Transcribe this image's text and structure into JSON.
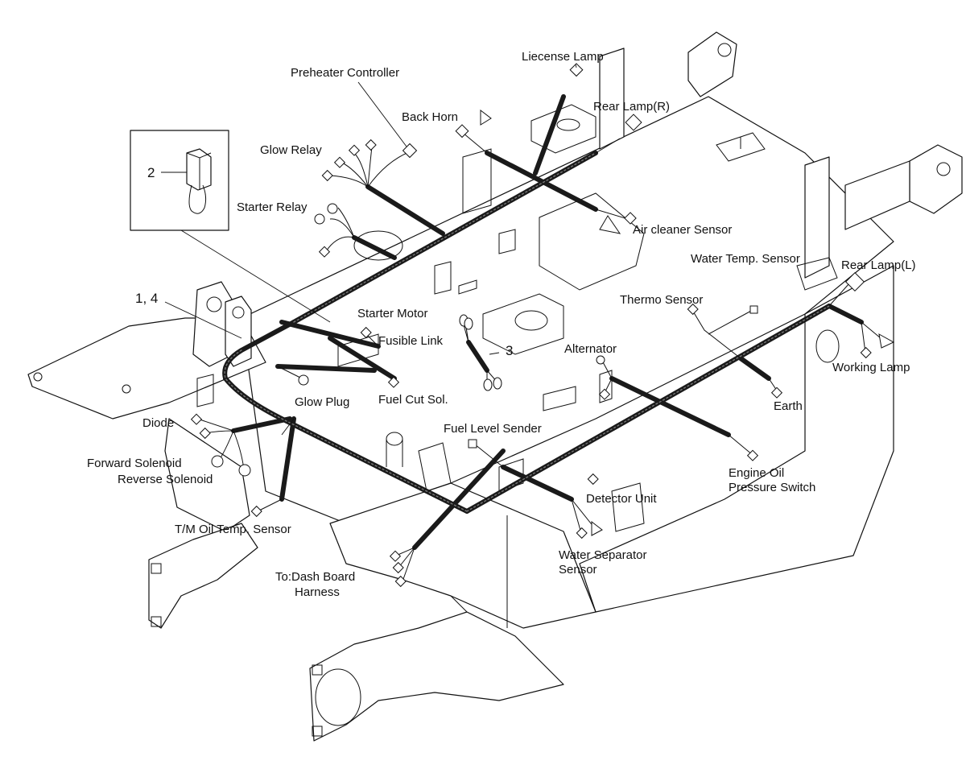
{
  "diagram": {
    "labels": {
      "liecense_lamp": "Liecense Lamp",
      "preheater_controller": "Preheater Controller",
      "back_horn": "Back Horn",
      "rear_lamp_r": "Rear Lamp(R)",
      "glow_relay": "Glow Relay",
      "starter_relay": "Starter Relay",
      "air_cleaner_sensor": "Air cleaner Sensor",
      "water_temp_sensor": "Water Temp. Sensor",
      "rear_lamp_l": "Rear Lamp(L)",
      "thermo_sensor": "Thermo Sensor",
      "starter_motor": "Starter Motor",
      "fusible_link": "Fusible Link",
      "alternator": "Alternator",
      "working_lamp": "Working Lamp",
      "glow_plug": "Glow Plug",
      "fuel_cut_sol": "Fuel Cut Sol.",
      "earth": "Earth",
      "diode": "Diode",
      "fuel_level_sender": "Fuel Level Sender",
      "forward_solenoid": "Forward Solenoid",
      "reverse_solenoid": "Reverse Solenoid",
      "engine_oil_line1": "Engine Oil",
      "engine_oil_line2": "Pressure Switch",
      "detector_unit": "Detector Unit",
      "tm_oil_temp_sensor": "T/M Oil Temp. Sensor",
      "water_separator_line1": "Water Separator",
      "water_separator_line2": "Sensor",
      "dash_board_line1": "To:Dash Board",
      "dash_board_line2": "Harness"
    },
    "callouts": {
      "item_2": "2",
      "item_1_4": "1, 4",
      "item_3": "3"
    }
  }
}
